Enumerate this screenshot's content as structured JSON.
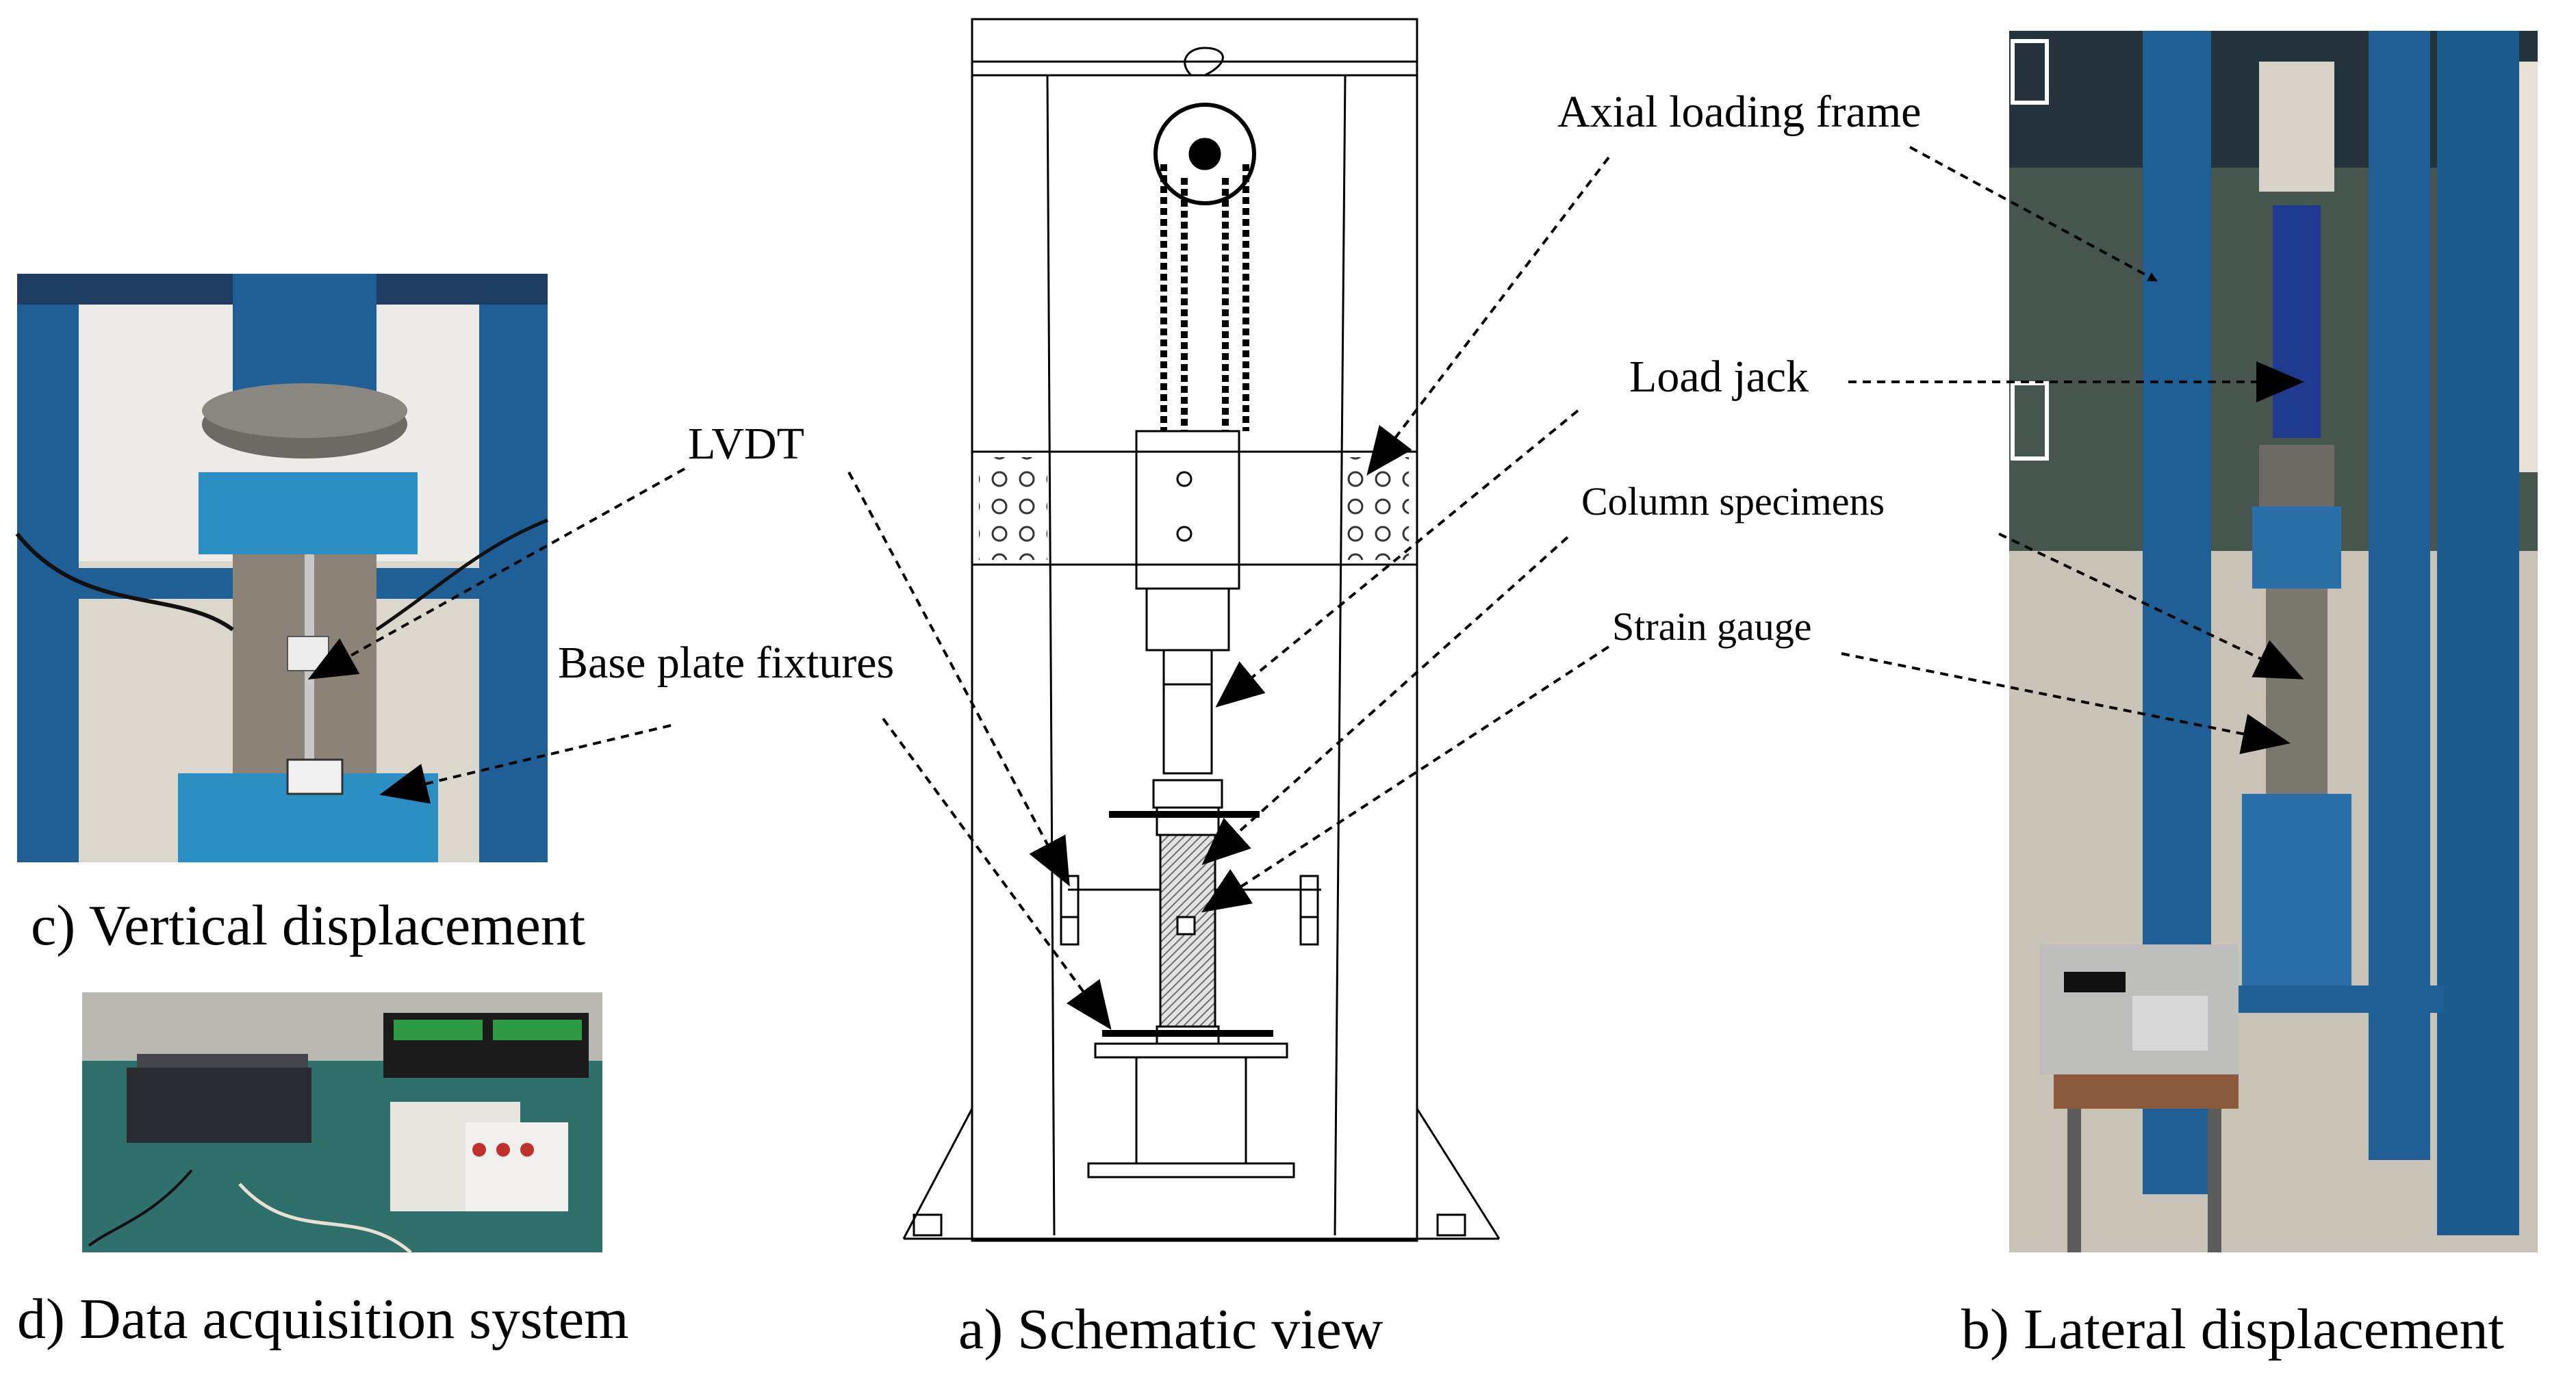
{
  "figure": {
    "panels": {
      "schematic": {
        "caption": "a) Schematic view"
      },
      "lateral": {
        "caption": "b) Lateral displacement"
      },
      "vertical": {
        "caption": "c) Vertical displacement"
      },
      "daq": {
        "caption": "d) Data acquisition system"
      }
    },
    "annotations": {
      "axial_loading_frame": "Axial loading frame",
      "load_jack": "Load jack",
      "column_specimens": "Column specimens",
      "strain_gauge": "Strain gauge",
      "lvdt": "LVDT",
      "base_plate_fixtures": "Base plate fixtures"
    },
    "colors": {
      "frame_blue": "#1f5f95",
      "photo_floor": "#c9c2b6",
      "concrete": "#8b8378",
      "line": "#000000"
    }
  }
}
